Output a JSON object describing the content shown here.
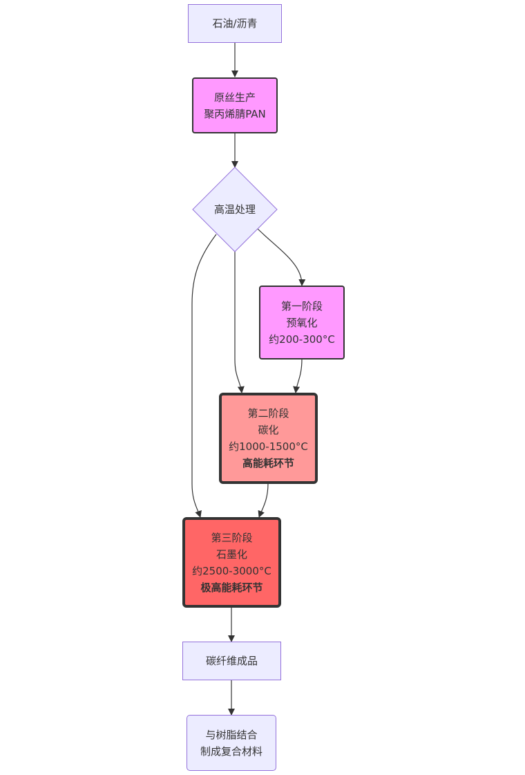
{
  "nodes": {
    "raw_material": {
      "text": "石油/沥青"
    },
    "precursor": {
      "line1": "原丝生产",
      "line2": "聚丙烯腈PAN"
    },
    "heat_treatment": {
      "text": "高温处理"
    },
    "stage1": {
      "line1": "第一阶段",
      "line2": "预氧化",
      "line3": "约200-300°C"
    },
    "stage2": {
      "line1": "第二阶段",
      "line2": "碳化",
      "line3": "约1000-1500°C",
      "line4": "高能耗环节"
    },
    "stage3": {
      "line1": "第三阶段",
      "line2": "石墨化",
      "line3": "约2500-3000°C",
      "line4": "极高能耗环节"
    },
    "product": {
      "text": "碳纤维成品"
    },
    "composite": {
      "line1": "与树脂结合",
      "line2": "制成复合材料"
    }
  },
  "colors": {
    "default_fill": "#ececff",
    "default_stroke": "#9370db",
    "precursor_fill": "#ff99ff",
    "stage1_fill": "#ff99ff",
    "stage2_fill": "#ff9999",
    "stage3_fill": "#ff6666",
    "edge": "#333333"
  },
  "edges": [
    {
      "from": "raw_material",
      "to": "precursor"
    },
    {
      "from": "precursor",
      "to": "heat_treatment"
    },
    {
      "from": "heat_treatment",
      "to": "stage1"
    },
    {
      "from": "heat_treatment",
      "to": "stage2"
    },
    {
      "from": "heat_treatment",
      "to": "stage3"
    },
    {
      "from": "stage1",
      "to": "stage2"
    },
    {
      "from": "stage2",
      "to": "stage3"
    },
    {
      "from": "stage3",
      "to": "product"
    },
    {
      "from": "product",
      "to": "composite"
    }
  ]
}
